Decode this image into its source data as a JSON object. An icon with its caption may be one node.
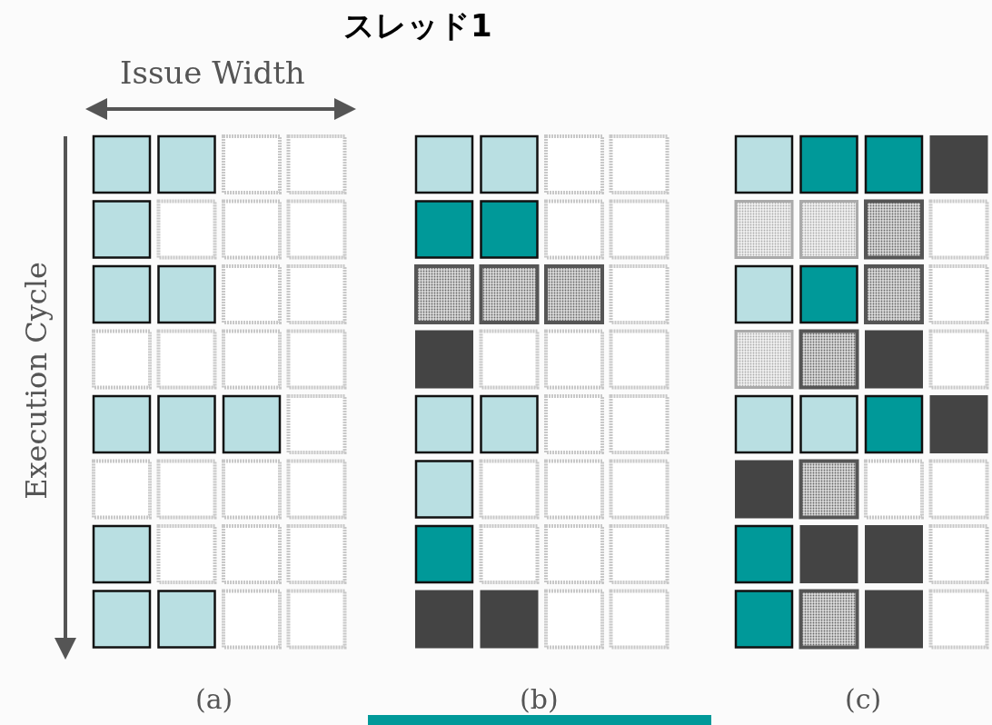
{
  "diagram": {
    "title": "スレッド1",
    "labels": [
      "Issue Width",
      "Execution Cycle",
      "(a)",
      "(b)",
      "(c)"
    ]
  }
}
